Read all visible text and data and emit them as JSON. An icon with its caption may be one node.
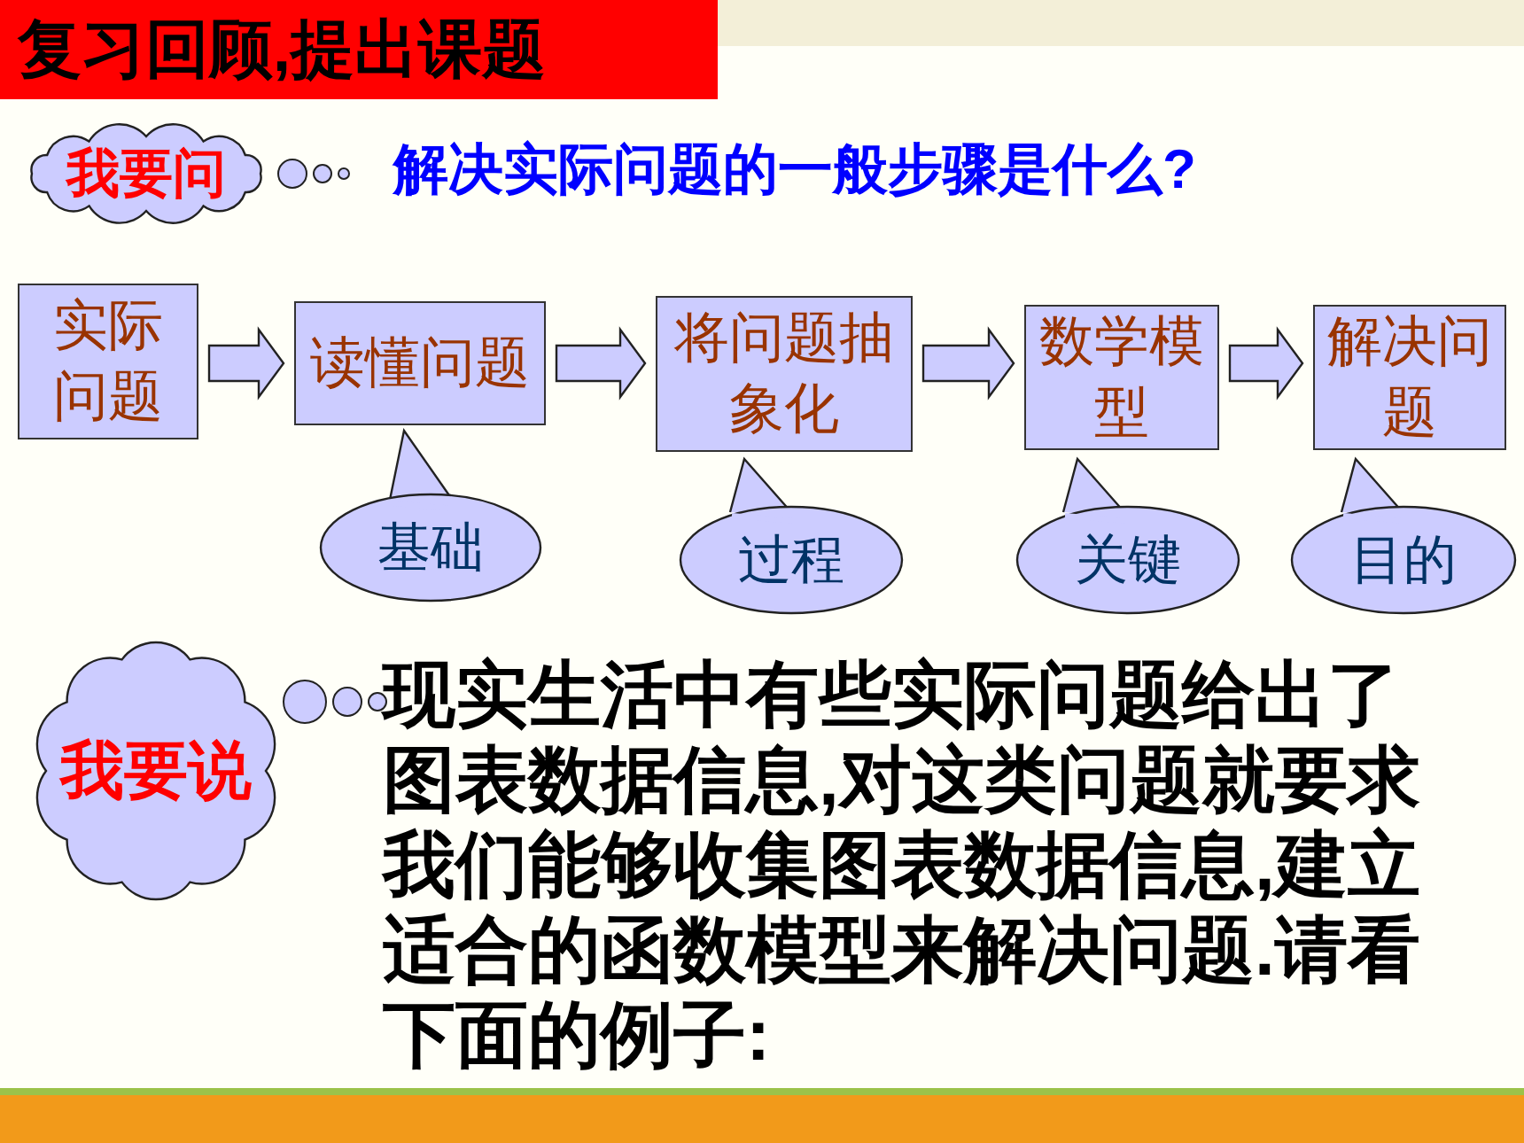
{
  "diagram": {
    "title": "复习回顾,提出课题",
    "nodes": [
      {
        "text": [
          "实际问题"
        ]
      },
      {
        "text": [
          "读懂问题"
        ]
      },
      {
        "text": [
          "将问题抽象化"
        ]
      },
      {
        "text": [
          "数学模型"
        ]
      },
      {
        "text": [
          "解决问题"
        ]
      },
      {
        "text": [
          "基础"
        ]
      },
      {
        "text": [
          "过程"
        ]
      },
      {
        "text": [
          "关键"
        ]
      },
      {
        "text": [
          "目的"
        ]
      },
      {
        "text": [
          "我要问"
        ]
      },
      {
        "text": [
          "我要说"
        ]
      }
    ],
    "edges": [
      {
        "from": 0,
        "to": 1,
        "arrow": "to"
      },
      {
        "from": 1,
        "to": 2,
        "arrow": "to"
      },
      {
        "from": 2,
        "to": 3,
        "arrow": "to"
      },
      {
        "from": 3,
        "to": 4,
        "arrow": "to"
      }
    ],
    "labels": [
      "解决实际问题的一般步骤是什么?",
      "现实生活中有些实际问题给出了图表数据信息,对这类问题就要求我们能够收集图表数据信息,建立适合的函数模型来解决问题.请看下面的例子:"
    ]
  }
}
